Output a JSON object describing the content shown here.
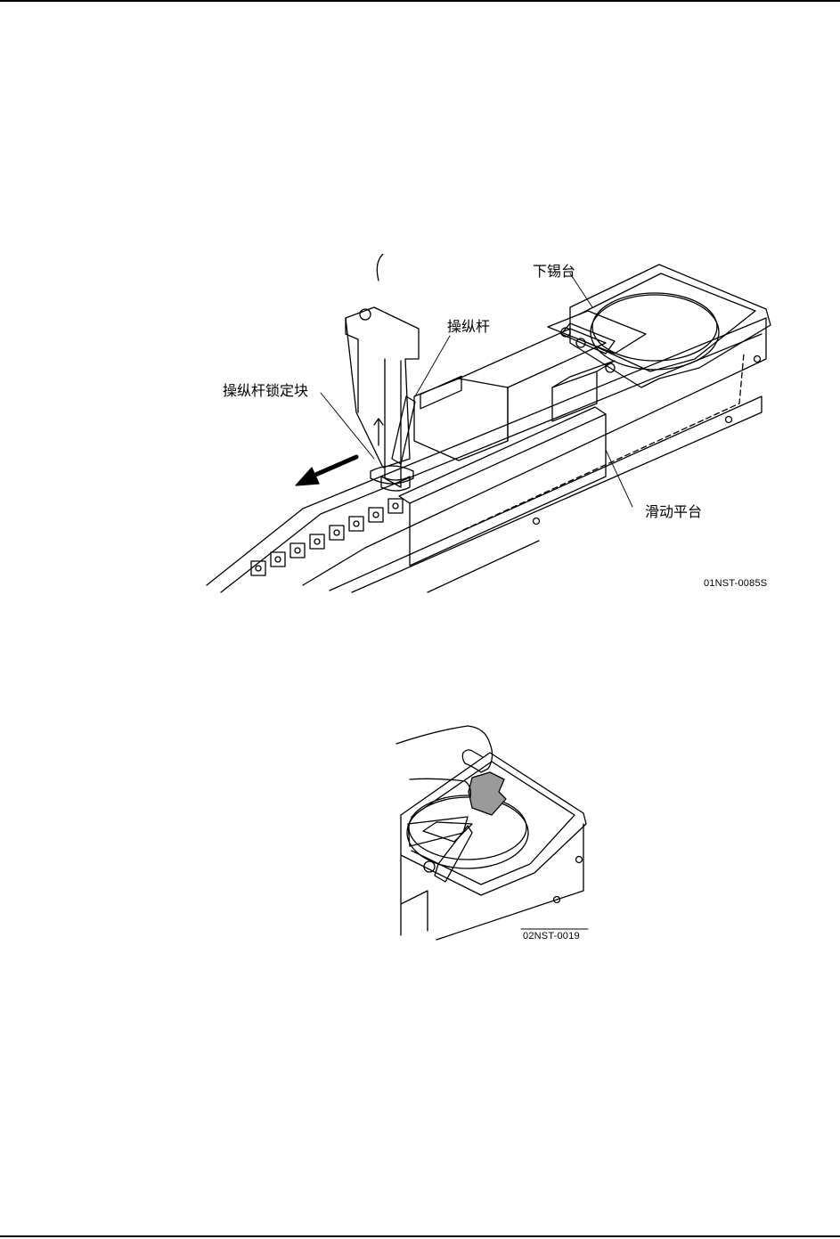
{
  "figure_1": {
    "labels": {
      "solder_station": "下锡台",
      "lever": "操纵杆",
      "lever_lock_block": "操纵杆锁定块",
      "slide_platform": "滑动平台"
    },
    "figure_code": "01NST-0085S"
  },
  "figure_2": {
    "figure_code": "02NST-0019"
  }
}
